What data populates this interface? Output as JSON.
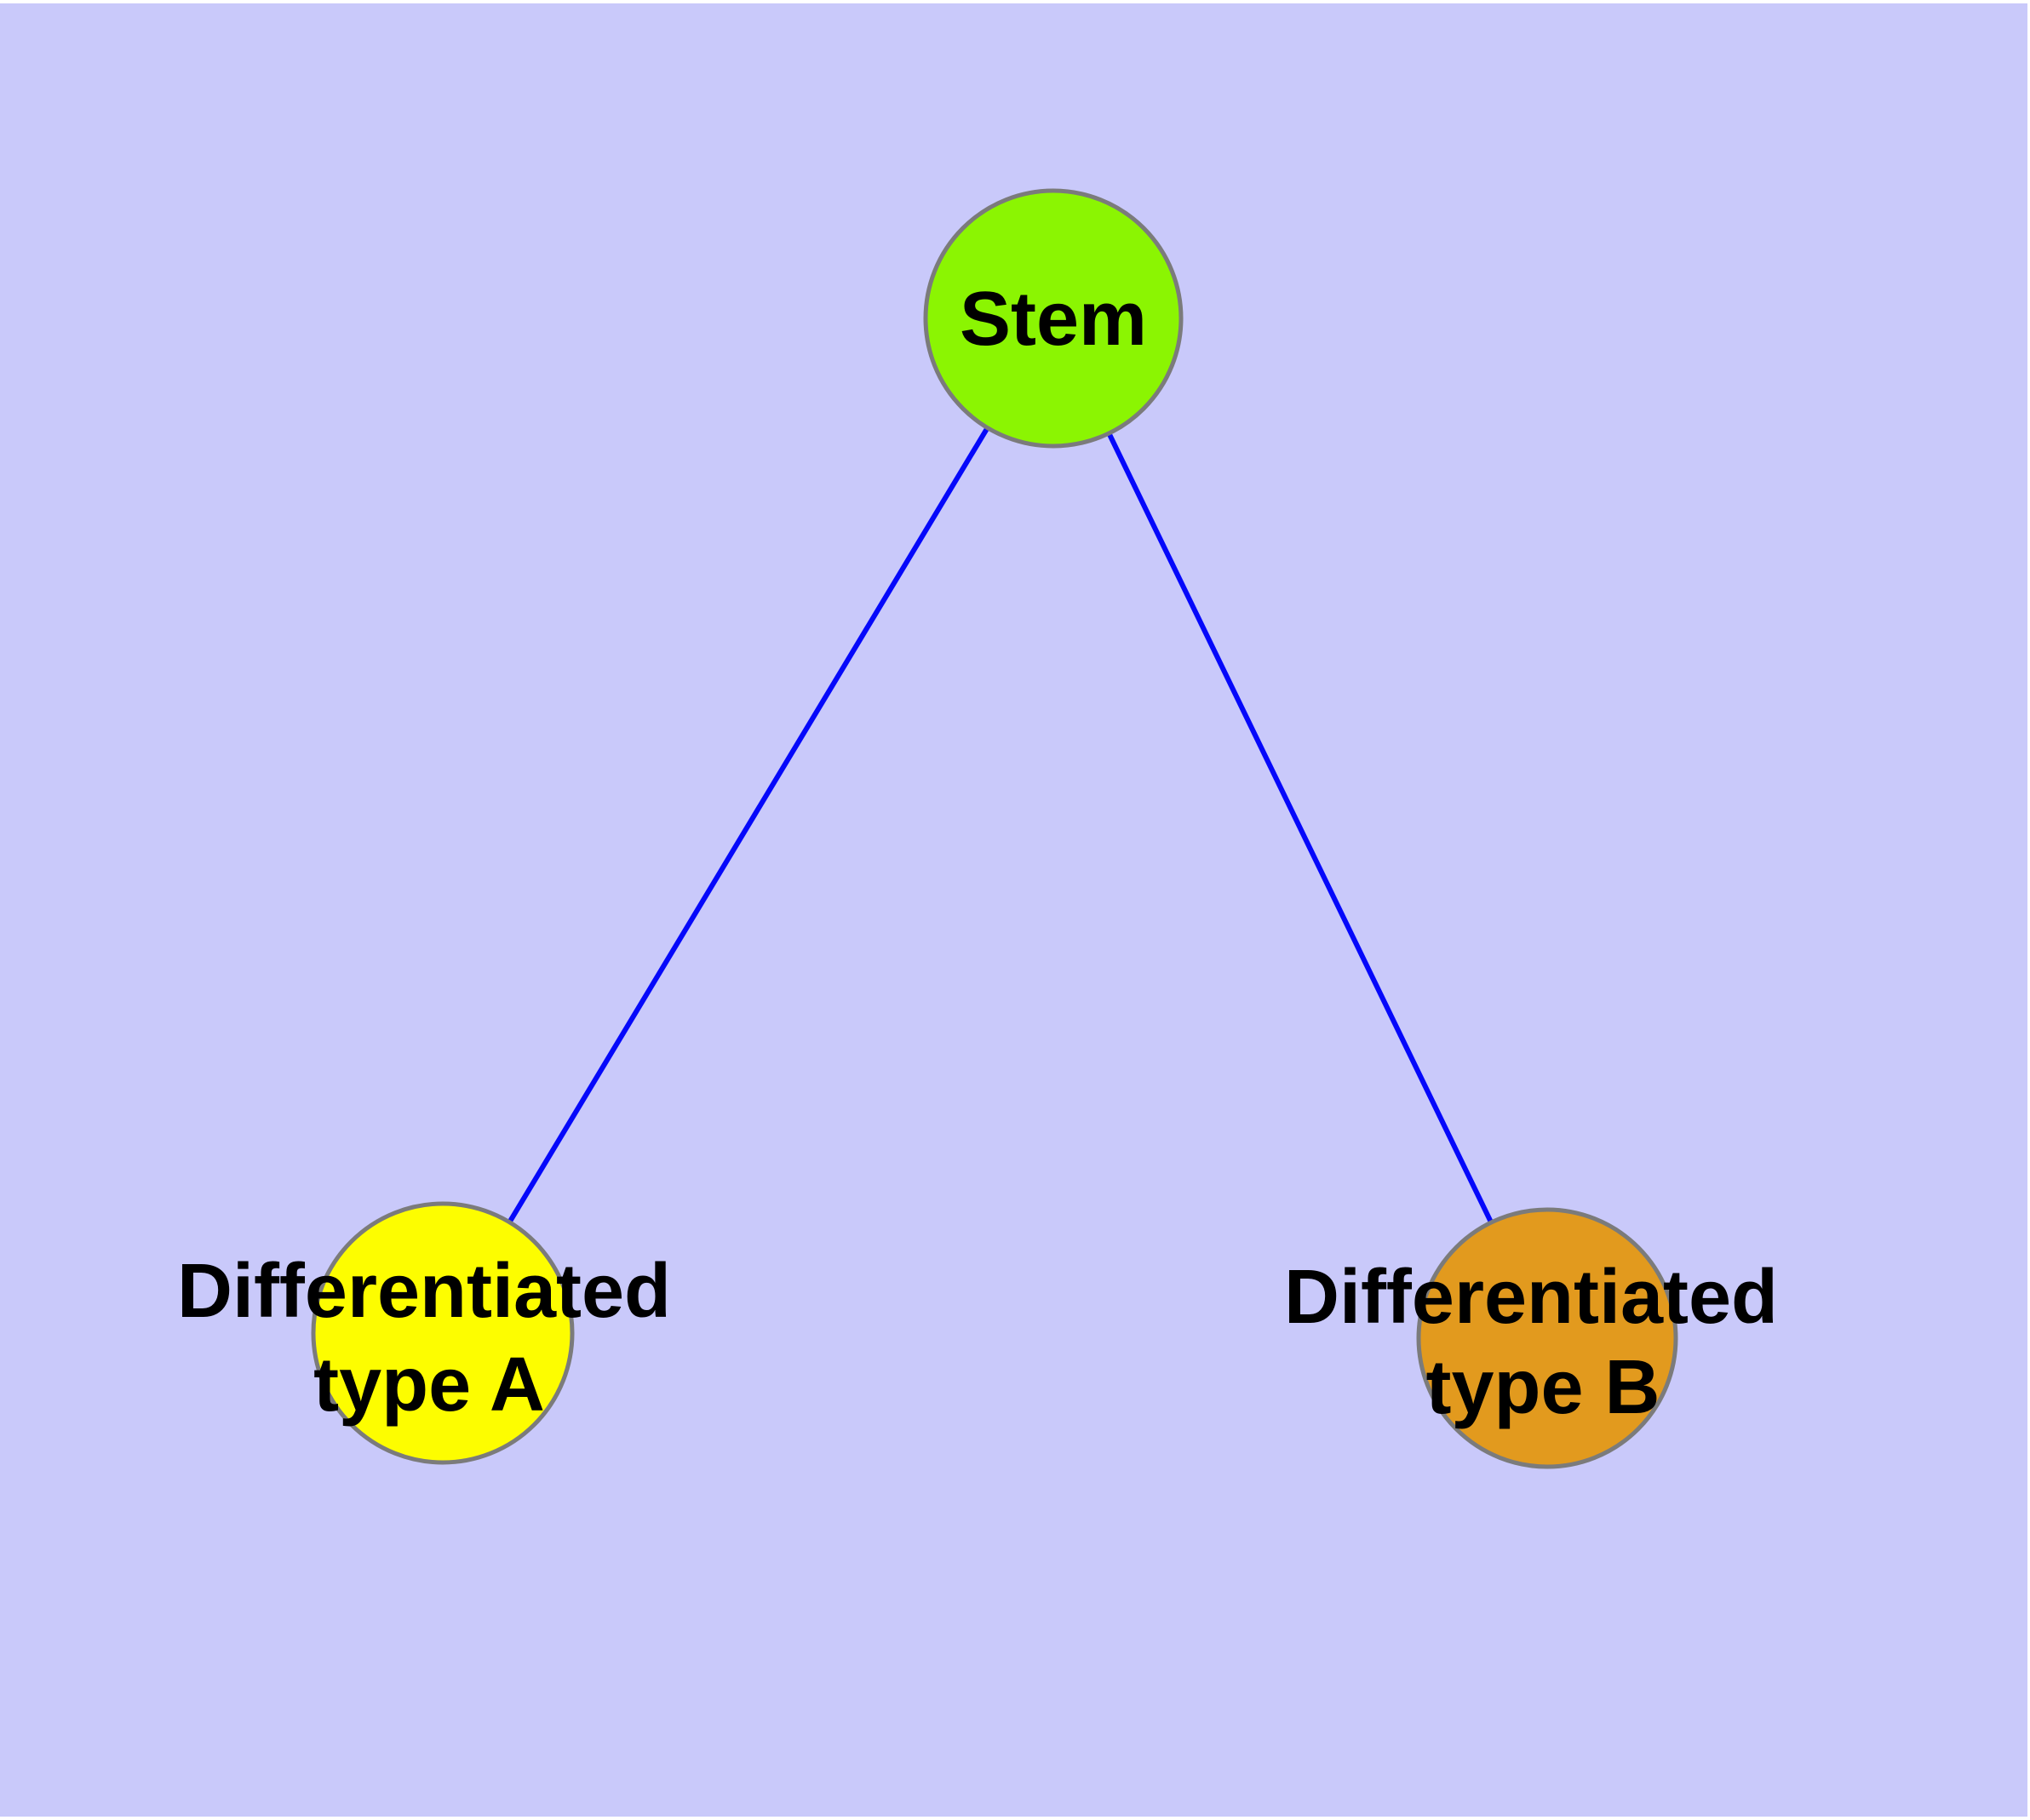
{
  "colors": {
    "background": "#c9c9fa",
    "page_margin": "#ffffff",
    "edge": "#0508fa",
    "node_border": "#7b7b7b",
    "label_text": "#000000"
  },
  "diagram": {
    "type": "node-link-graph",
    "nodes": [
      {
        "id": "stem",
        "label": "Stem",
        "label_lines": [
          "Stem"
        ],
        "fill": "#8bf502"
      },
      {
        "id": "type_a",
        "label": "Differentiated type A",
        "label_lines": [
          "Differentiated",
          "type A"
        ],
        "fill": "#fdfd00"
      },
      {
        "id": "type_b",
        "label": "Differentiated type B",
        "label_lines": [
          "Differentiated",
          "type B"
        ],
        "fill": "#e29a1e"
      }
    ],
    "edges": [
      {
        "from": "stem",
        "to": "type_a"
      },
      {
        "from": "stem",
        "to": "type_b"
      }
    ]
  }
}
